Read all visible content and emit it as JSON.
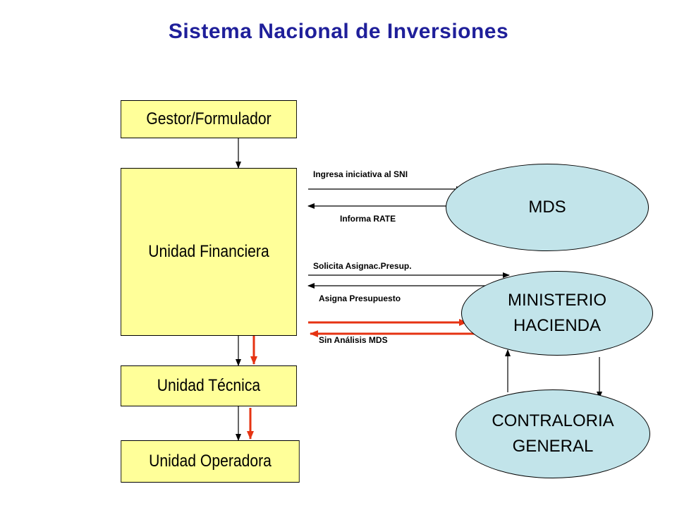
{
  "title": "Sistema Nacional de Inversiones",
  "boxes": {
    "gestor": "Gestor/Formulador",
    "financiera": "Unidad Financiera",
    "tecnica": "Unidad Técnica",
    "operadora": "Unidad Operadora"
  },
  "ellipses": {
    "mds": "MDS",
    "ministerio_line1": "MINISTERIO",
    "ministerio_line2": "HACIENDA",
    "contraloria_line1": "CONTRALORIA",
    "contraloria_line2": "GENERAL"
  },
  "arrow_labels": {
    "ingresa": "Ingresa iniciativa al SNI",
    "informa": "Informa RATE",
    "solicita": "Solicita Asignac.Presup.",
    "asigna": "Asigna Presupuesto",
    "sin_analisis": "Sin Análisis MDS"
  },
  "colors": {
    "title": "#1f1f9a",
    "box_fill": "#ffff99",
    "ellipse_fill": "#c2e4ea",
    "red_arrow": "#e63312"
  }
}
